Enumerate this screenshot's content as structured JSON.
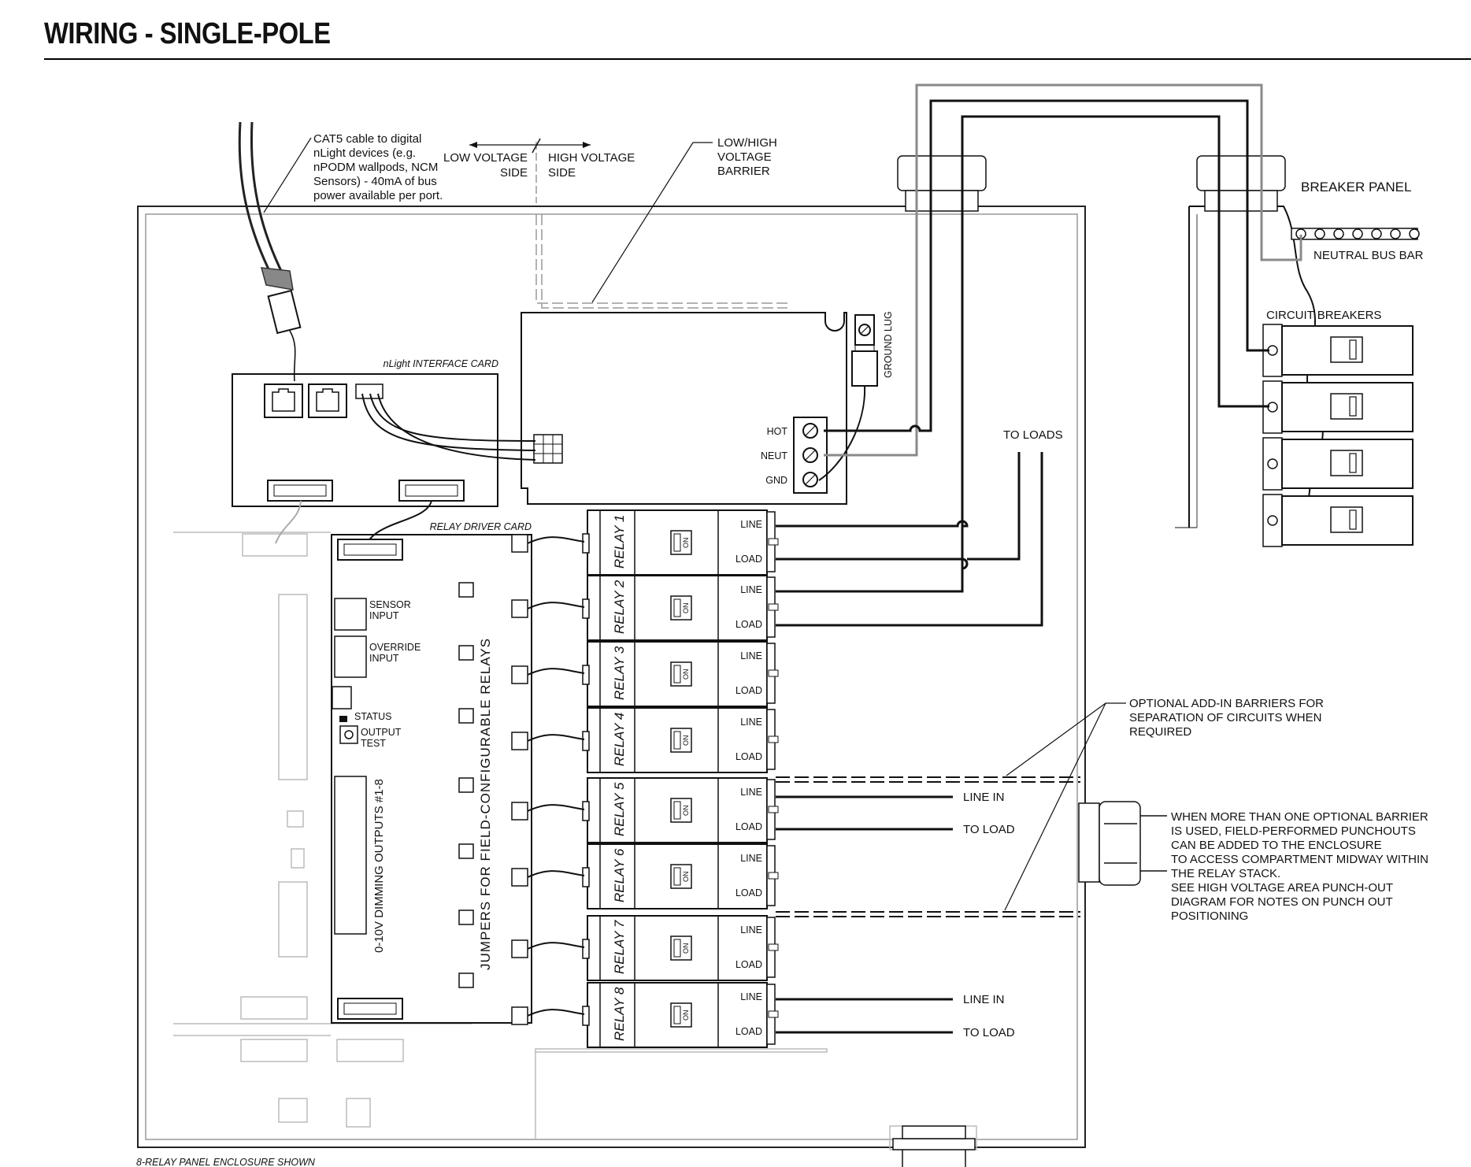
{
  "title": "WIRING - SINGLE-POLE",
  "callouts": {
    "cat5": [
      "CAT5 cable to digital",
      "nLight devices (e.g.",
      "nPODM wallpods, NCM",
      "Sensors) - 40mA of bus",
      "power available per port."
    ],
    "low_voltage": [
      "LOW VOLTAGE",
      "SIDE"
    ],
    "high_voltage": [
      "HIGH VOLTAGE",
      "SIDE"
    ],
    "barrier": [
      "LOW/HIGH",
      "VOLTAGE",
      "BARRIER"
    ],
    "breaker_panel": "BREAKER PANEL",
    "neutral_bus_bar": "NEUTRAL BUS BAR",
    "circuit_breakers": "CIRCUIT BREAKERS",
    "ground_lug": "GROUND LUG",
    "to_loads": "TO LOADS",
    "optional_barriers": [
      "OPTIONAL ADD-IN BARRIERS FOR",
      "SEPARATION OF CIRCUITS WHEN",
      "REQUIRED"
    ],
    "punchouts_note": [
      "WHEN MORE THAN ONE OPTIONAL BARRIER",
      "IS USED, FIELD-PERFORMED PUNCHOUTS",
      "CAN BE ADDED TO THE ENCLOSURE",
      "TO ACCESS COMPARTMENT MIDWAY WITHIN",
      "THE RELAY STACK.",
      "SEE HIGH VOLTAGE AREA PUNCH-OUT",
      "DIAGRAM FOR NOTES ON PUNCH OUT",
      "POSITIONING"
    ],
    "line_in": "LINE IN",
    "to_load": "TO LOAD",
    "footer": "8-RELAY PANEL ENCLOSURE SHOWN"
  },
  "power_terminals": [
    "HOT",
    "NEUT",
    "GND"
  ],
  "cards": {
    "interface": "nLight INTERFACE CARD",
    "relay_driver": "RELAY DRIVER CARD",
    "sensor_input": [
      "SENSOR",
      "INPUT"
    ],
    "override_input": [
      "OVERRIDE",
      "INPUT"
    ],
    "status": "STATUS",
    "output_test": [
      "OUTPUT",
      "TEST"
    ],
    "dimming_outputs": "0-10V DIMMING OUTPUTS #1-8",
    "jumpers": "JUMPERS   FOR   FIELD-CONFIGURABLE   RELAYS"
  },
  "relays": [
    "RELAY 1",
    "RELAY 2",
    "RELAY 3",
    "RELAY 4",
    "RELAY 5",
    "RELAY 6",
    "RELAY 7",
    "RELAY 8"
  ],
  "relay_terminals": [
    "LINE",
    "LOAD"
  ],
  "relay_switch_label": "ON",
  "colors": {
    "ink": "#111111",
    "grey_wire": "#8a8a8a",
    "light": "#b0b0b0"
  }
}
